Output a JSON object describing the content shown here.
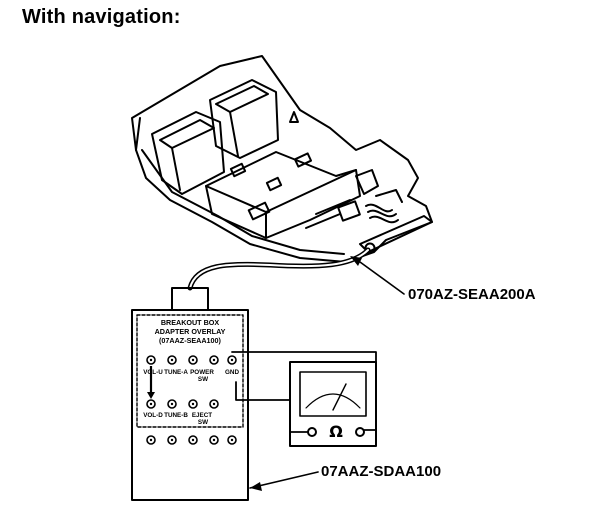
{
  "heading": "With navigation:",
  "cable_label": "070AZ-SEAA200A",
  "box_label": "07AAZ-SDAA100",
  "overlay": {
    "line1": "BREAKOUT BOX",
    "line2": "ADAPTER OVERLAY",
    "line3": "(07AAZ-SEAA100)"
  },
  "terminal_row1": {
    "label_a": "VOL-U",
    "label_b": "TUNE-A",
    "label_c": "POWER",
    "label_c2": "SW",
    "label_d": "GND"
  },
  "terminal_row2": {
    "label_a": "VOL-D",
    "label_b": "TUNE-B",
    "label_c": "EJECT",
    "label_c2": "SW"
  },
  "meter_symbol": "Ω"
}
